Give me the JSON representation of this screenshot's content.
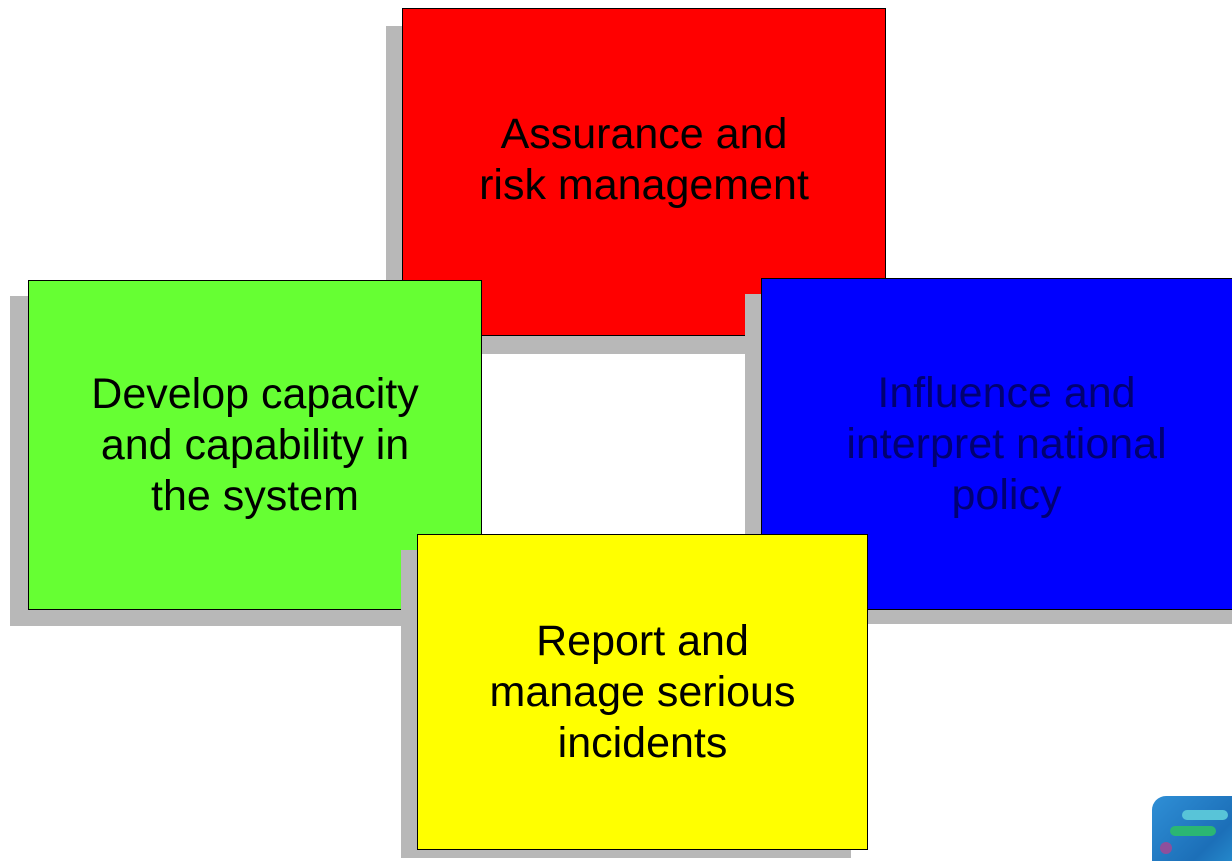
{
  "boxes": {
    "red": {
      "text": "Assurance and\nrisk management",
      "color": "#ff0000"
    },
    "green": {
      "text": "Develop capacity\nand capability in\nthe system",
      "color": "#66ff33"
    },
    "blue": {
      "text": "Influence and\ninterpret national\npolicy",
      "color": "#0000ff"
    },
    "yellow": {
      "text": "Report and\nmanage serious\nincidents",
      "color": "#ffff00"
    }
  },
  "shadow_color": "#b8b8b8",
  "logo": {
    "icon": "organisation-logo-icon",
    "colors": [
      "#1c6fb8",
      "#58c4d8",
      "#2bb673",
      "#8e4f9c"
    ]
  }
}
